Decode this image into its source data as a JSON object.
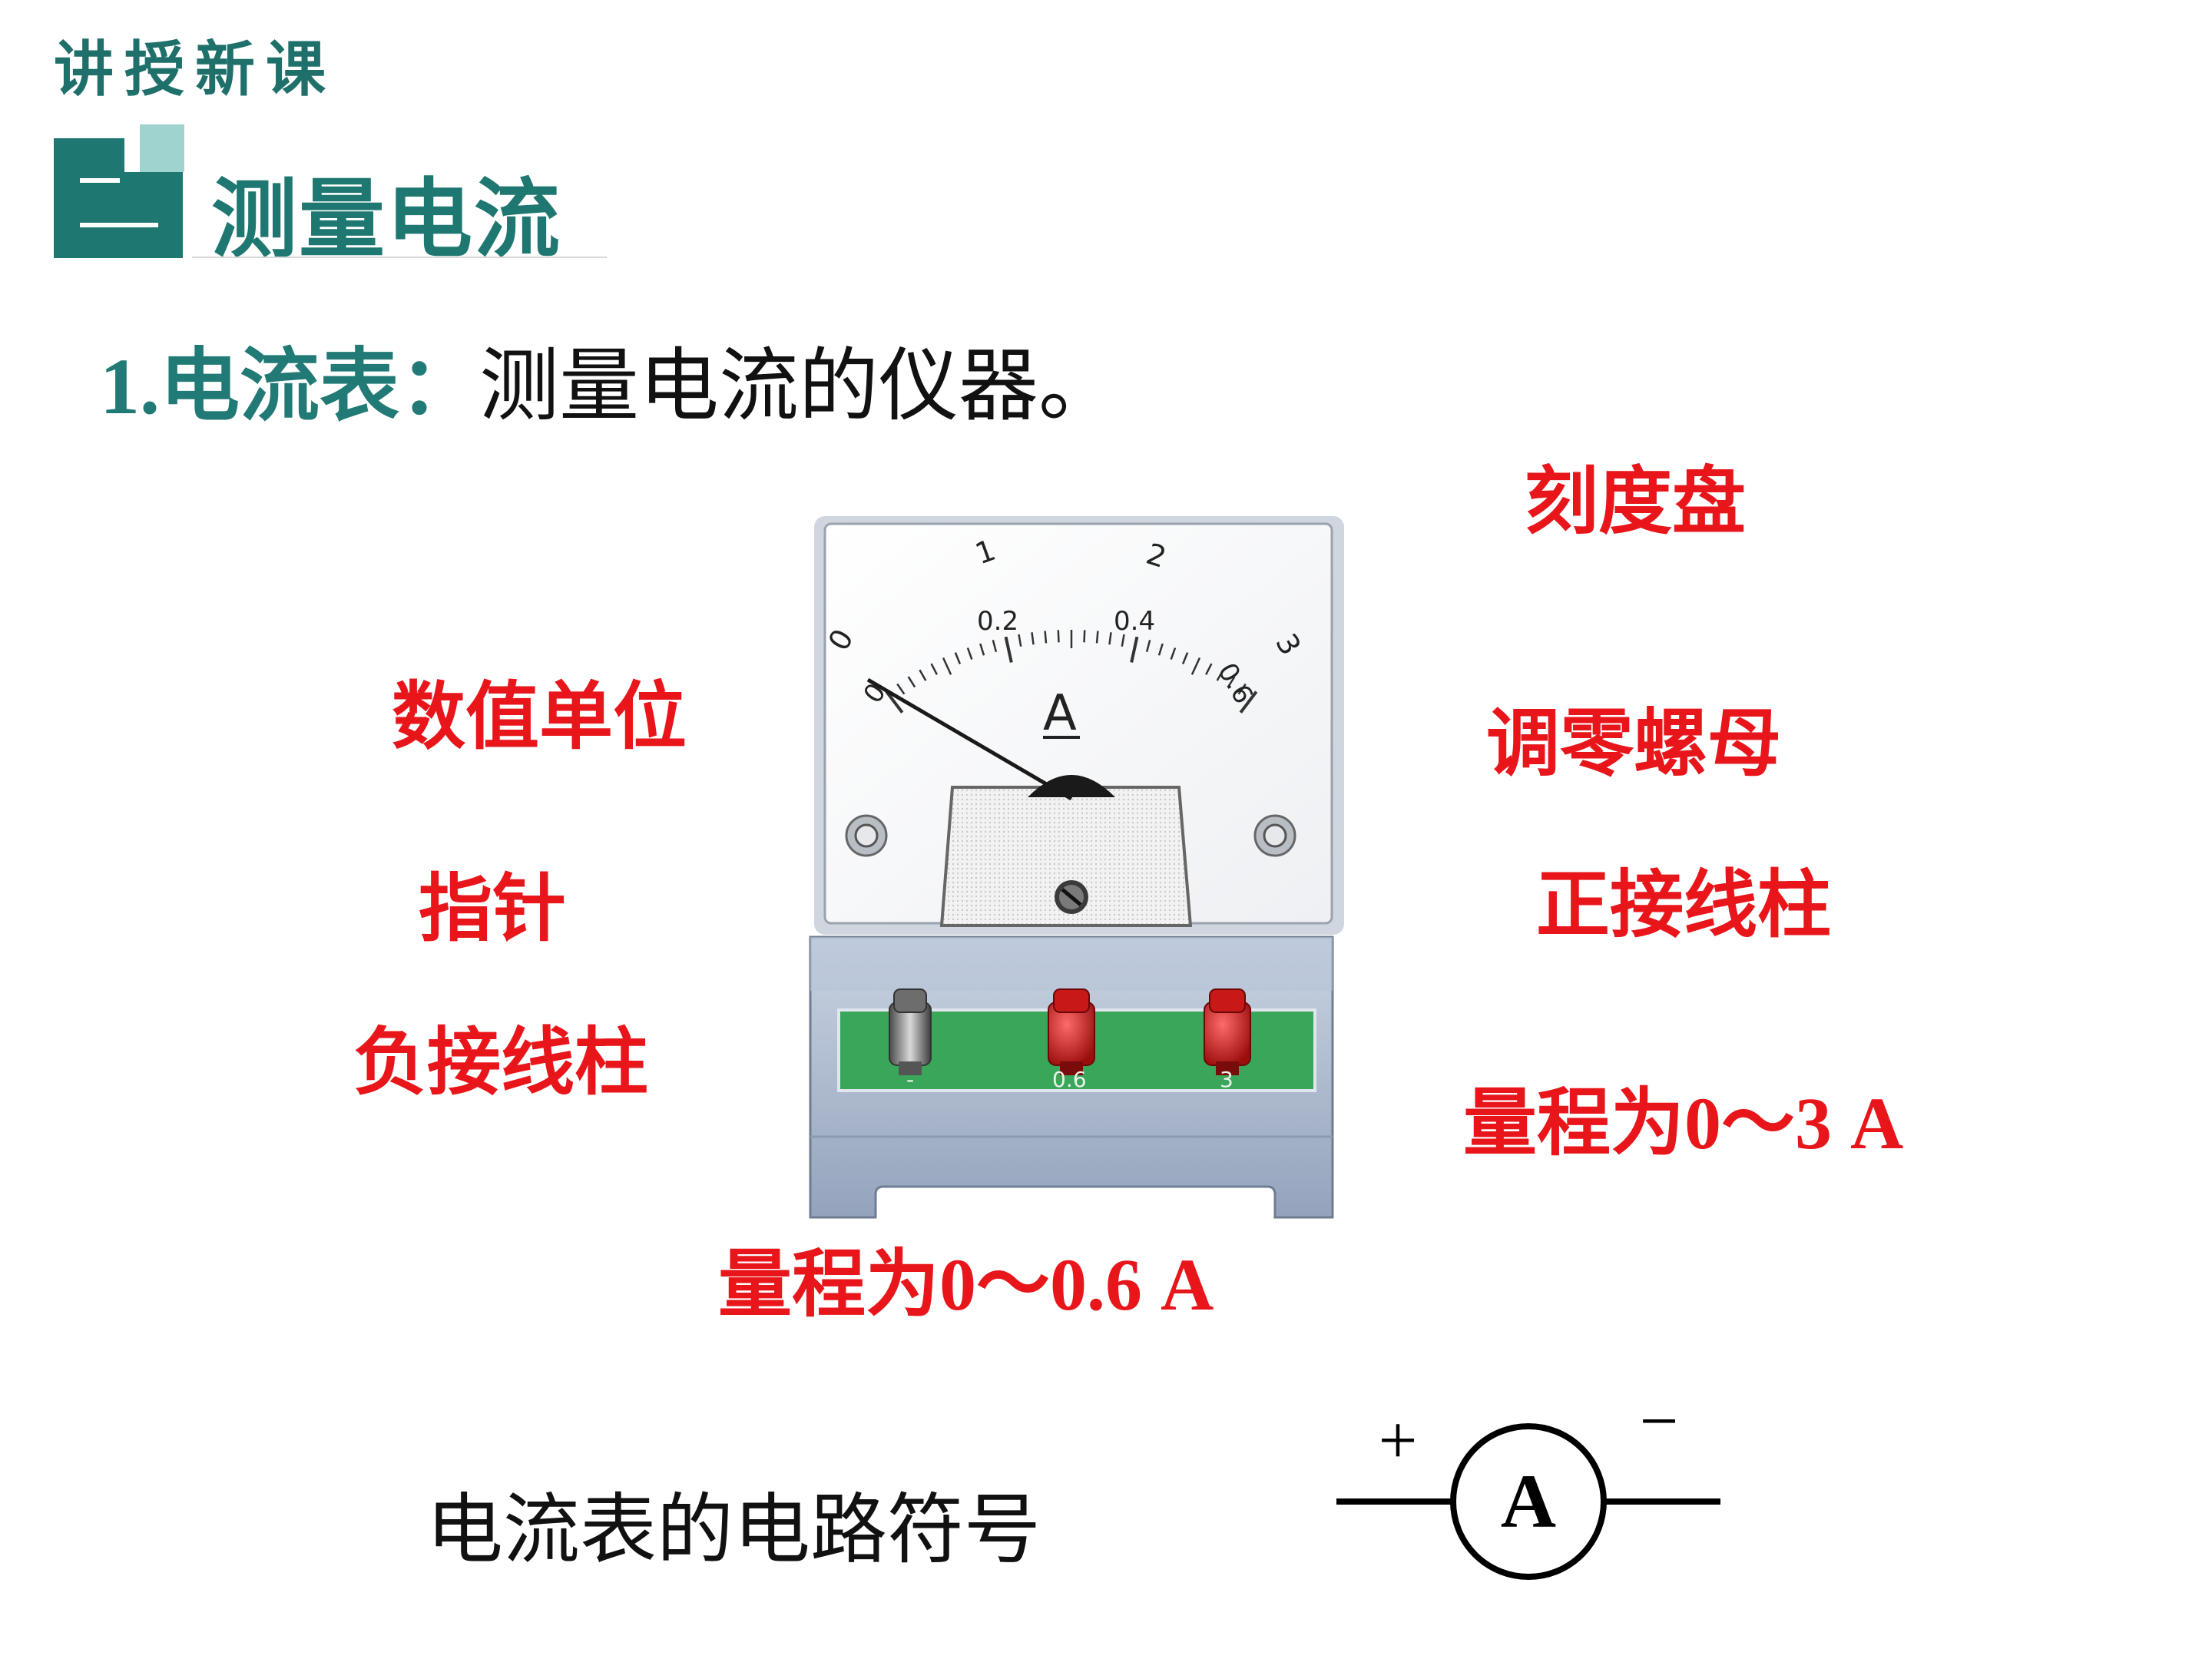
{
  "header": {
    "lesson_tag": "讲授新课",
    "section_title": "测量电流"
  },
  "definition": {
    "term": "1.电流表：",
    "description": "测量电流的仪器。"
  },
  "labels": {
    "dial": "刻度盘",
    "unit": "数值单位",
    "zero_adjust": "调零螺母",
    "pointer": "指针",
    "positive_terminal": "正接线柱",
    "negative_terminal": "负接线柱",
    "range_3": "量程为0～3 A",
    "range_06": "量程为0～0.6 A"
  },
  "meter": {
    "upper_scale": [
      "0",
      "1",
      "2",
      "3"
    ],
    "lower_scale": [
      "0",
      "0.2",
      "0.4",
      "0.6"
    ],
    "unit_letter": "A",
    "terminals": [
      "-",
      "0.6",
      "3"
    ]
  },
  "circuit_symbol": {
    "caption": "电流表的电路符号",
    "letter": "A",
    "plus": "+",
    "minus": "−"
  },
  "colors": {
    "teal": "#1f7772",
    "label_red": "#e8161b",
    "meter_face": "#ffffff",
    "meter_base": "#a9b6cc",
    "terminal_panel": "#3aa65a",
    "terminal_red": "#d51d1d"
  }
}
